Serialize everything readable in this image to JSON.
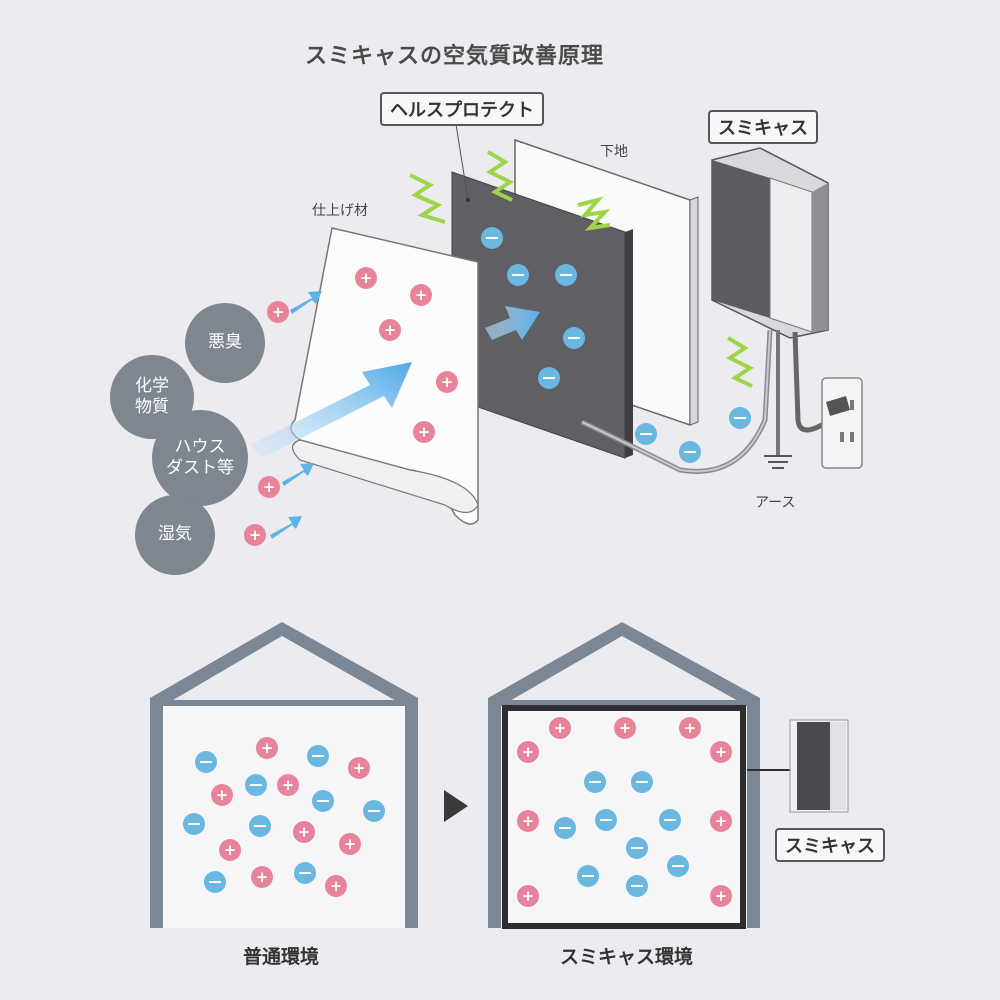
{
  "title": "スミキャスの空気質改善原理",
  "labels": {
    "health_protect": "ヘルスプロテクト",
    "base": "下地",
    "finish": "仕上げ材",
    "sumicas_top": "スミキャス",
    "earth": "アース",
    "sumicas_bottom": "スミキャス"
  },
  "pollutants": [
    "悪臭",
    "化学\n物質",
    "ハウス\nダスト等",
    "湿気"
  ],
  "captions": {
    "normal": "普通環境",
    "sumicas_env": "スミキャス環境"
  },
  "colors": {
    "plus_ion": "#e8849a",
    "minus_ion": "#6ab7e0",
    "house_frame": "#7b8794",
    "panel_dark": "#5e5e63",
    "bubble": "#7e8690",
    "spark": "#9ed447"
  }
}
